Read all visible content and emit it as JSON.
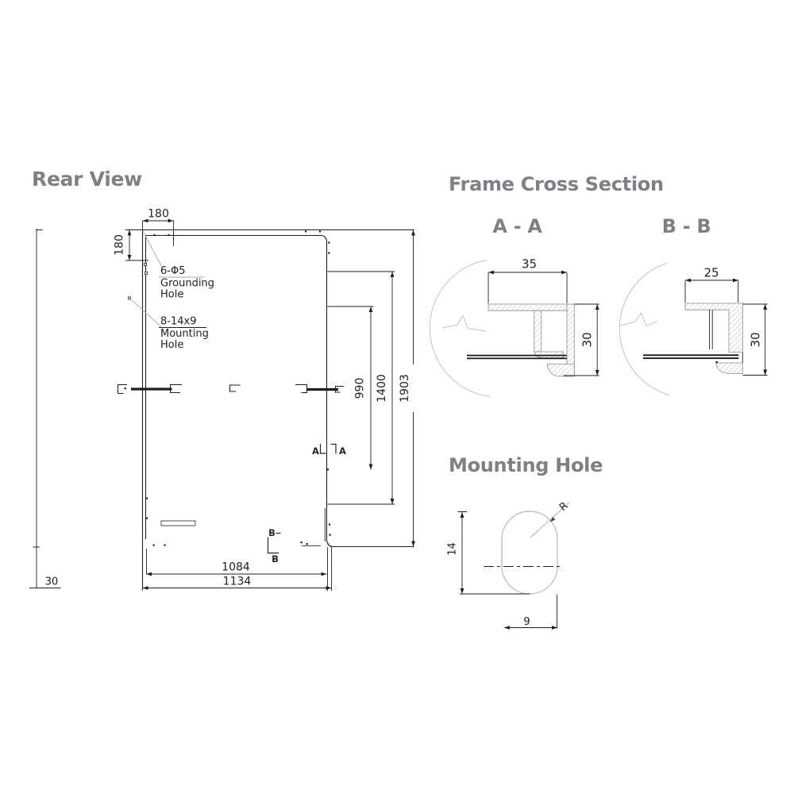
{
  "rear_view": {
    "title": "Rear View",
    "dim_top_180": "180",
    "dim_side_180": "180",
    "dim_990": "990",
    "dim_1400": "1400",
    "dim_1903": "1903",
    "dim_1084": "1084",
    "dim_1134": "1134",
    "dim_30": "30",
    "grounding_label": {
      "line1": "6-Φ5",
      "line2": "Grounding",
      "line3": "Hole"
    },
    "mounting_label": {
      "line1": "8-14x9",
      "line2": "Mounting",
      "line3": "Hole"
    },
    "section_marker_a": "A",
    "section_marker_b": "B"
  },
  "frame_cross_section": {
    "title": "Frame Cross Section",
    "section_aa": {
      "label": "A - A",
      "dim_width": "35",
      "dim_height": "30"
    },
    "section_bb": {
      "label": "B - B",
      "dim_width": "25",
      "dim_height": "30"
    }
  },
  "mounting_hole": {
    "title": "Mounting Hole",
    "dim_height": "14",
    "dim_width": "9",
    "radius_label": "R"
  },
  "colors": {
    "line": "#1f1f1f",
    "gray": "#c2c2c2",
    "title_gray": "#7d8084"
  }
}
